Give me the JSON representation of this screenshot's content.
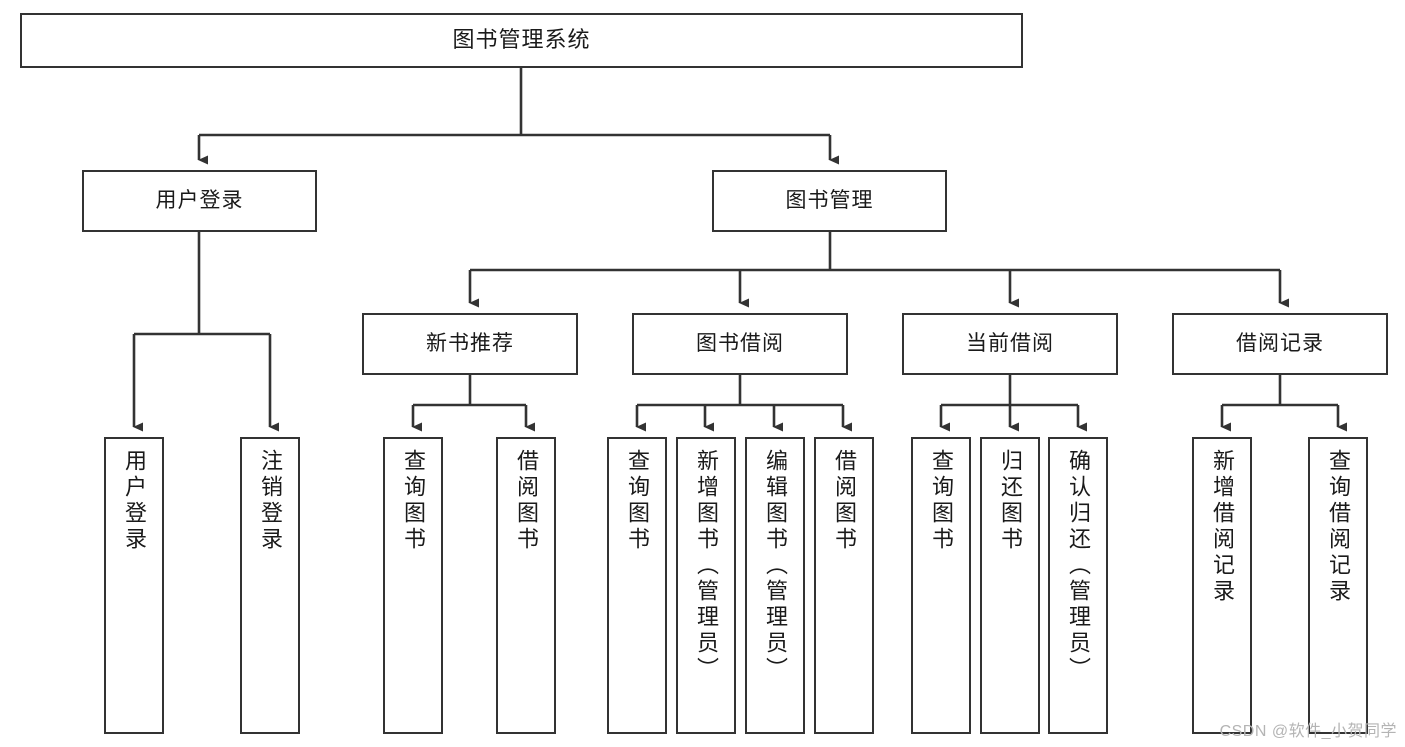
{
  "diagram": {
    "title": "图书管理系统",
    "type": "tree-hierarchy-chart",
    "orientation": "top-down",
    "colors": {
      "box_border": "#333333",
      "box_fill": "#ffffff",
      "edge": "#333333",
      "text": "#1a1a1a",
      "watermark": "#b4b4b4",
      "background": "#ffffff"
    }
  },
  "watermark": {
    "text": "CSDN @软件_小贺同学"
  },
  "nodes": {
    "root": {
      "label": "图书管理系统"
    },
    "level1": [
      {
        "label": "用户登录"
      },
      {
        "label": "图书管理"
      }
    ],
    "level2": [
      {
        "label": "新书推荐"
      },
      {
        "label": "图书借阅"
      },
      {
        "label": "当前借阅"
      },
      {
        "label": "借阅记录"
      }
    ],
    "leaves": {
      "user_login": [
        {
          "label": "用户登录"
        },
        {
          "label": "注销登录"
        }
      ],
      "new_book_recommend": [
        {
          "label": "查询图书"
        },
        {
          "label": "借阅图书"
        }
      ],
      "book_borrow": [
        {
          "label": "查询图书"
        },
        {
          "label": "新增图书（管理员）"
        },
        {
          "label": "编辑图书（管理员）"
        },
        {
          "label": "借阅图书"
        }
      ],
      "current_borrow": [
        {
          "label": "查询图书"
        },
        {
          "label": "归还图书"
        },
        {
          "label": "确认归还（管理员）"
        }
      ],
      "borrow_record": [
        {
          "label": "新增借阅记录"
        },
        {
          "label": "查询借阅记录"
        }
      ]
    }
  }
}
